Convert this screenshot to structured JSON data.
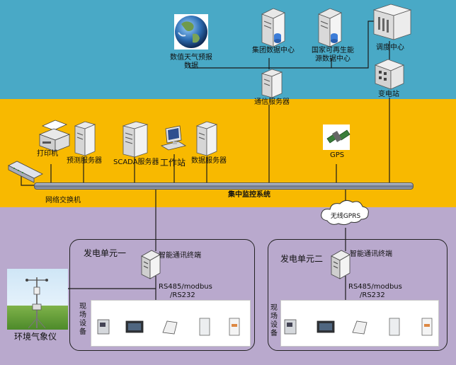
{
  "colors": {
    "top_band": "#49a9c6",
    "middle_band": "#f8b900",
    "bottom_band": "#b9a9cd",
    "bus": "#6b7486"
  },
  "top": {
    "weather_label": "数值天气预报数据",
    "group_label": "集团数据中心",
    "national_label": "国家可再生能源数据中心",
    "dispatch_label": "调度中心",
    "substation_label": "变电站",
    "comm_server_label": "通信服务器"
  },
  "middle": {
    "printer_label": "打印机",
    "forecast_label": "预测服务器",
    "scada_label": "SCADA服务器",
    "workstation_label": "工作站",
    "database_label": "数据服务器",
    "gps_label": "GPS",
    "switch_label": "网络交换机",
    "bus_label": "集中监控系统"
  },
  "bottom": {
    "gprs_label": "无线GPRS",
    "weather_instrument_label": "环境气象仪",
    "unit1": {
      "title": "发电单元一",
      "terminal_label": "智能通讯终端",
      "protocol_line1": "RS485/modbus",
      "protocol_line2": "/RS232",
      "field_label": "现场设备"
    },
    "unit2": {
      "title": "发电单元二",
      "terminal_label": "智能通讯终端",
      "protocol_line1": "RS485/modbus",
      "protocol_line2": "/RS232",
      "field_label": "现场设备"
    }
  }
}
